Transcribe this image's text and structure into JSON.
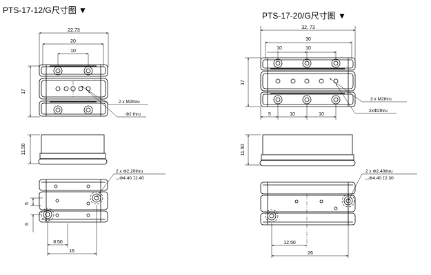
{
  "left": {
    "title": "PTS-17-12/G尺寸图 ▼",
    "dim_width": "22.73",
    "dim_20": "20",
    "dim_10": "10",
    "dim_height": "17",
    "note_m2": "2 x M2thru",
    "note_phi2": "Φ2 thru",
    "dim_side_height": "11.50",
    "note_hole_a": "2 x   Φ2.20thru",
    "note_hole_b": "⌴Φ4.40  ↧2.40",
    "dim_5": "5",
    "dim_6": "6",
    "dim_850": "8.50",
    "dim_16": "16"
  },
  "right": {
    "title": "PTS-17-20/G尺寸图 ▼",
    "dim_width": "32. 73",
    "dim_30": "30",
    "dim_10a": "10",
    "dim_10b": "10",
    "dim_height": "17",
    "dim_5": "5",
    "dim_10c": "10",
    "dim_10d": "10",
    "note_m2": "3 x M2thru",
    "note_phi2": "2xΦ2thru",
    "dim_side_height": "11.50",
    "note_hole_a": "2 x   Φ2.40thru",
    "note_hole_b": "⌴Φ4.40  ↧2.30",
    "dim_1250": "12.50",
    "dim_26": "26"
  }
}
